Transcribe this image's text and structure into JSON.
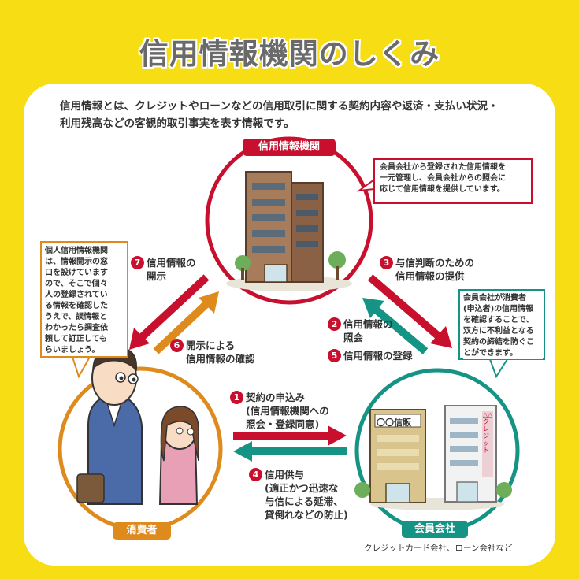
{
  "title": "信用情報機関のしくみ",
  "intro": {
    "line1": "信用情報とは、クレジットやローンなどの信用取引に関する契約内容や返済・支払い状況・",
    "line2": "利用残高などの客観的取引事実を表す情報です。"
  },
  "nodes": {
    "agency": "信用情報機関",
    "consumer": "消費者",
    "member": "会員会社",
    "member_sub": "クレジットカード会社、ローン会社など"
  },
  "notes": {
    "agency": [
      "会員会社から登録された信用情報を",
      "一元管理し、会員会社からの照会に",
      "応じて信用情報を提供しています。"
    ],
    "consumer": [
      "個人信用情報機関",
      "は、情報開示の窓",
      "口を設けています",
      "ので、そこで個々",
      "人の登録されてい",
      "る情報を確認した",
      "うえで、誤情報と",
      "わかったら調査依",
      "頼して訂正しても",
      "らいましょう。"
    ],
    "member": [
      "会員会社が消費者",
      "(申込者)の信用情報",
      "を確認することで、",
      "双方に不利益となる",
      "契約の締結を防ぐこ",
      "とができます。"
    ]
  },
  "steps": [
    {
      "num": "1",
      "lines": [
        "契約の申込み",
        "(信用情報機関への",
        "照会・登録同意)"
      ]
    },
    {
      "num": "2",
      "lines": [
        "信用情報の",
        "照会"
      ]
    },
    {
      "num": "3",
      "lines": [
        "与信判断のための",
        "信用情報の提供"
      ]
    },
    {
      "num": "4",
      "lines": [
        "信用供与",
        "(適正かつ迅速な",
        "与信による延滞、",
        "貸倒れなどの防止)"
      ]
    },
    {
      "num": "5",
      "lines": [
        "信用情報の登録"
      ]
    },
    {
      "num": "6",
      "lines": [
        "開示による",
        "信用情報の確認"
      ]
    },
    {
      "num": "7",
      "lines": [
        "信用情報の",
        "開示"
      ]
    }
  ],
  "signs": {
    "shop1": "〇〇信販",
    "shop2": "△△クレジット"
  },
  "colors": {
    "background": "#f7dd14",
    "agency": "#c8102e",
    "consumer": "#de8a1c",
    "member": "#159485",
    "text": "#333333"
  }
}
